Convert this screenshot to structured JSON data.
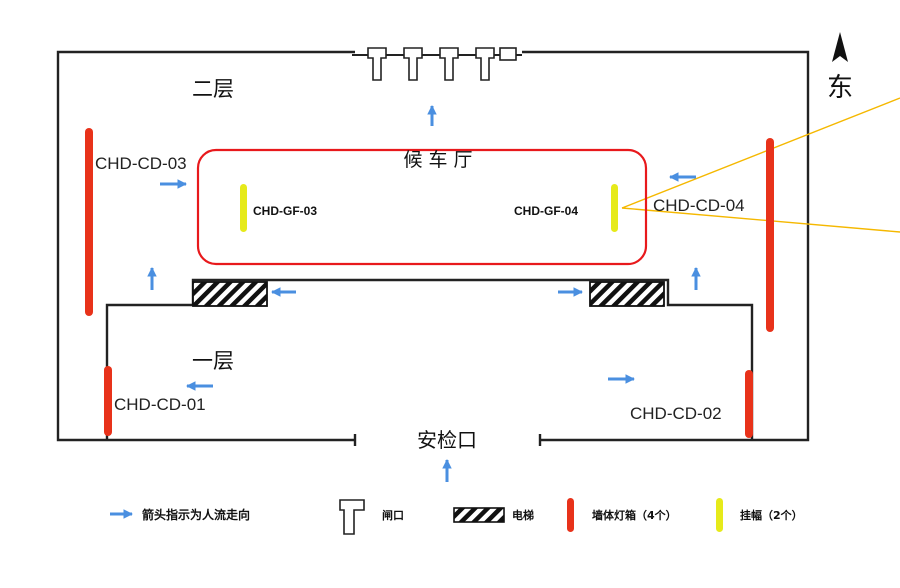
{
  "compass": {
    "label": "东"
  },
  "floors": {
    "upper": "二层",
    "lower": "一层"
  },
  "hall": {
    "label": "候 车 厅"
  },
  "entrance": {
    "label": "安检口"
  },
  "wall_lightboxes": [
    {
      "id": "CHD-CD-01"
    },
    {
      "id": "CHD-CD-02"
    },
    {
      "id": "CHD-CD-03"
    },
    {
      "id": "CHD-CD-04"
    }
  ],
  "banners": [
    {
      "id": "CHD-GF-03"
    },
    {
      "id": "CHD-GF-04"
    }
  ],
  "legend": {
    "arrow": "箭头指示为人流走向",
    "gate": "闸口",
    "escalator": "电梯",
    "lightbox": "墙体灯箱（4个）",
    "banner": "挂幅（2个）"
  },
  "colors": {
    "wall": "#222222",
    "hall_border": "#e8191c",
    "lightbox": "#e8321a",
    "banner": "#e6ea1a",
    "arrow": "#4a8fe0",
    "callout": "#f5b800"
  }
}
